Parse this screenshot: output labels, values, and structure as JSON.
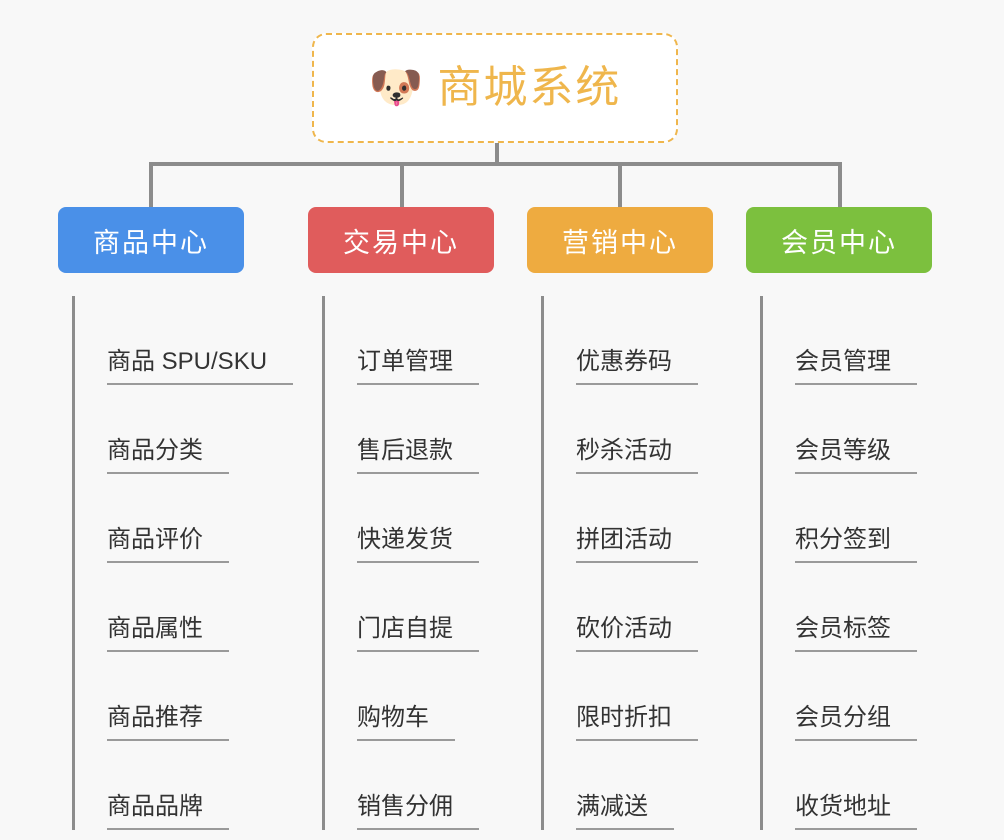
{
  "page": {
    "background_color": "#f8f8f8",
    "line_color": "#8c8c8c",
    "leaf_text_color": "#333333",
    "leaf_underline_color": "#9a9a9a"
  },
  "root": {
    "icon": "dog-face-emoji",
    "icon_glyph": "🐶",
    "title": "商城系统",
    "accent_color": "#efb64c",
    "border_style": "dashed",
    "background_color": "#ffffff"
  },
  "branches": [
    {
      "id": "product-center",
      "label": "商品中心",
      "color": "#4a90e8",
      "items": [
        "商品 SPU/SKU",
        "商品分类",
        "商品评价",
        "商品属性",
        "商品推荐",
        "商品品牌"
      ]
    },
    {
      "id": "trade-center",
      "label": "交易中心",
      "color": "#e05c5c",
      "items": [
        "订单管理",
        "售后退款",
        "快递发货",
        "门店自提",
        "购物车",
        "销售分佣"
      ]
    },
    {
      "id": "marketing-center",
      "label": "营销中心",
      "color": "#eeab40",
      "items": [
        "优惠券码",
        "秒杀活动",
        "拼团活动",
        "砍价活动",
        "限时折扣",
        "满减送"
      ]
    },
    {
      "id": "member-center",
      "label": "会员中心",
      "color": "#7cc03e",
      "items": [
        "会员管理",
        "会员等级",
        "积分签到",
        "会员标签",
        "会员分组",
        "收货地址"
      ]
    }
  ]
}
